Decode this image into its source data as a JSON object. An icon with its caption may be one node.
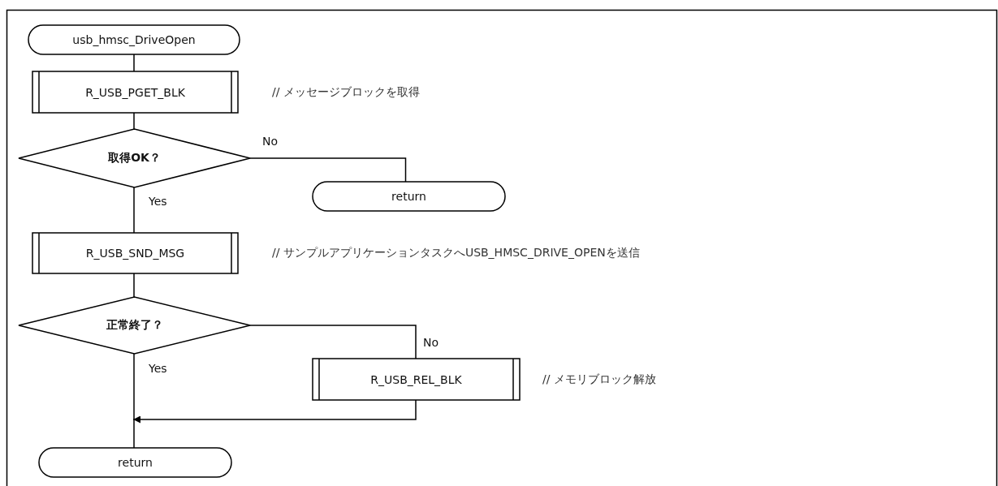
{
  "diagram": {
    "nodes": [
      {
        "text": [
          "usb_hmsc_DriveOpen"
        ]
      },
      {
        "text": [
          "R_USB_PGET_BLK"
        ],
        "beside": [
          "// メッセージブロックを取得"
        ]
      },
      {
        "text": [
          "取得OK？"
        ]
      },
      {
        "text": [
          "return"
        ]
      },
      {
        "text": [
          "R_USB_SND_MSG"
        ],
        "beside": [
          "// サンプルアプリケーションタスクへUSB_HMSC_DRIVE_OPENを送信"
        ]
      },
      {
        "text": [
          "正常終了？"
        ]
      },
      {
        "text": [
          "R_USB_REL_BLK"
        ],
        "beside": [
          "// メモリブロック解放"
        ]
      },
      {
        "text": [
          "return"
        ]
      }
    ],
    "edges": [
      {
        "from": 0,
        "to": 1,
        "arrow": "none"
      },
      {
        "from": 1,
        "to": 2,
        "arrow": "none"
      },
      {
        "from": 2,
        "to": 3,
        "arrow": "none",
        "label": "No"
      },
      {
        "from": 2,
        "to": 4,
        "arrow": "none",
        "label": "Yes"
      },
      {
        "from": 4,
        "to": 5,
        "arrow": "none"
      },
      {
        "from": 5,
        "to": 6,
        "arrow": "none",
        "label": "No"
      },
      {
        "from": 6,
        "to": 7,
        "arrow": "to"
      },
      {
        "from": 5,
        "to": 7,
        "arrow": "none",
        "label": "Yes"
      }
    ]
  }
}
